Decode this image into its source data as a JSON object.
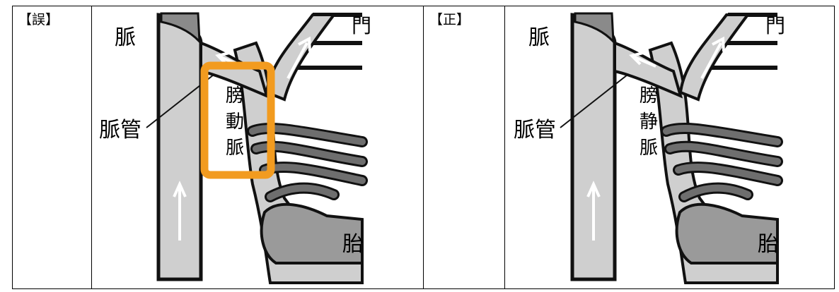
{
  "errata": {
    "wrong": {
      "tag": "【誤】",
      "top_left_char": "脈",
      "top_right_char": "門",
      "side_label": "脈管",
      "bottom_right_char": "胎",
      "vertical_label": [
        "膀",
        "動",
        "脈"
      ]
    },
    "correct": {
      "tag": "【正】",
      "top_left_char": "脈",
      "top_right_char": "門",
      "side_label": "脈管",
      "bottom_right_char": "胎",
      "vertical_label": [
        "膀",
        "静",
        "脈"
      ]
    }
  },
  "colors": {
    "highlight": "#f29b1f",
    "vessel_fill": "#cfcfcf",
    "vessel_cap": "#8a8a8a",
    "cord": "#6e6e6e",
    "outline": "#111111"
  }
}
